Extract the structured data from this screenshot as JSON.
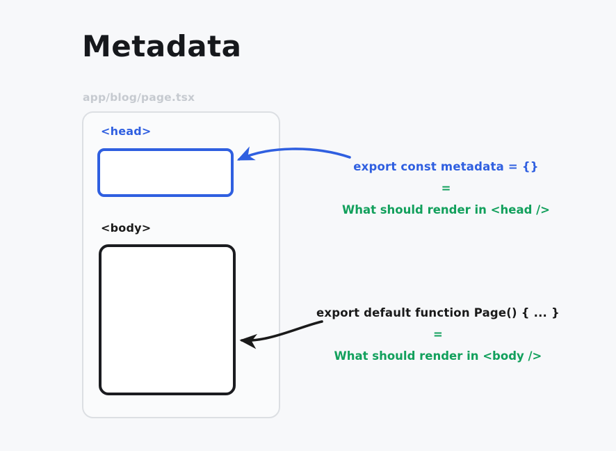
{
  "page": {
    "title": "Metadata",
    "background_color": "#f7f8fa"
  },
  "file_label": "app/blog/page.tsx",
  "colors": {
    "blue": "#2f5fe0",
    "green": "#12a05c",
    "black": "#1a1a1a",
    "gray_border": "#dcdfe3",
    "gray_text": "#c6cad0"
  },
  "diagram": {
    "container_name": "page-container",
    "head_section": {
      "tag_label": "<head>",
      "box_name": "head-box"
    },
    "body_section": {
      "tag_label": "<body>",
      "box_name": "body-box"
    }
  },
  "annotations": [
    {
      "id": "head-annotation",
      "code": "export const metadata = {}",
      "equals": "=",
      "result": "What should render in <head />",
      "arrow": "blue-arrow-to-head-box"
    },
    {
      "id": "body-annotation",
      "code": "export default function Page() { ... }",
      "equals": "=",
      "result": "What should render in <body />",
      "arrow": "black-arrow-to-body-box"
    }
  ]
}
